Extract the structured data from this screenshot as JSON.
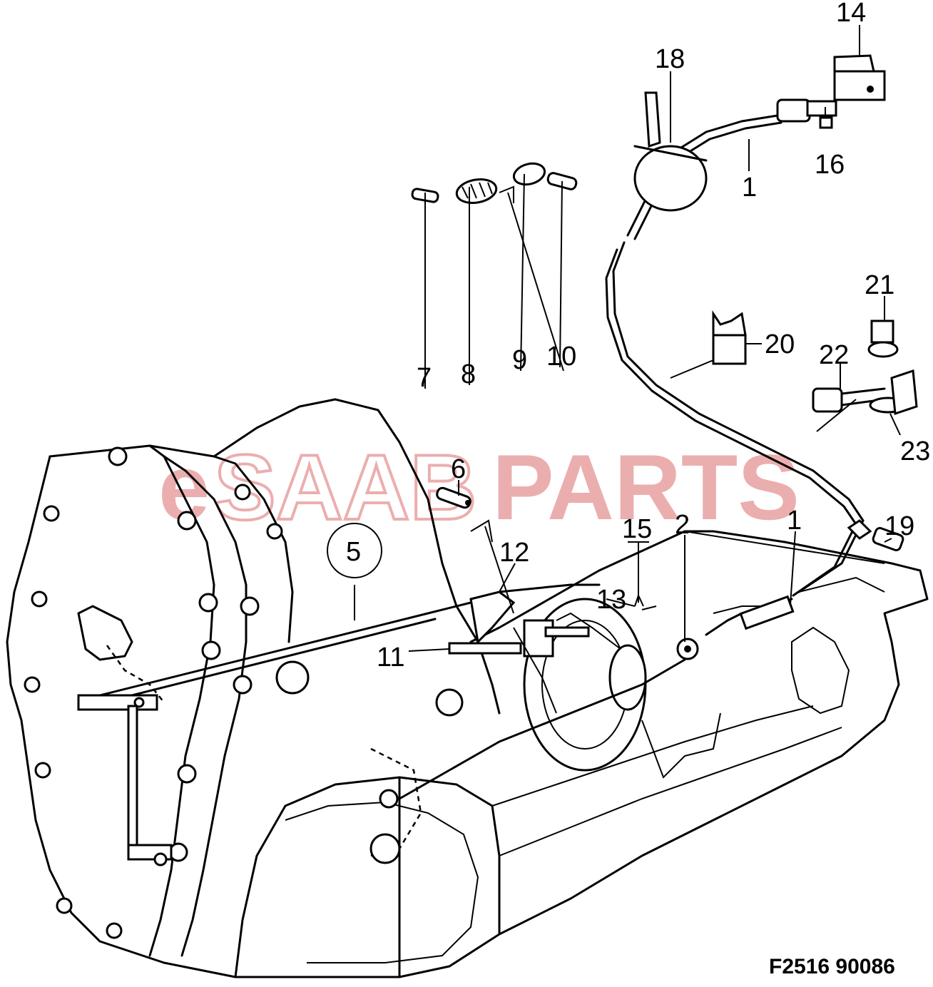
{
  "watermark": {
    "prefix": "e",
    "middle": "SAAB",
    "suffix": "PARTS",
    "color": "#e8a0a0"
  },
  "reference": "F2516  90086",
  "callouts": [
    {
      "id": "c14",
      "label": "14"
    },
    {
      "id": "c18",
      "label": "18"
    },
    {
      "id": "c16",
      "label": "16"
    },
    {
      "id": "c1a",
      "label": "1"
    },
    {
      "id": "c21",
      "label": "21"
    },
    {
      "id": "c20",
      "label": "20"
    },
    {
      "id": "c22",
      "label": "22"
    },
    {
      "id": "c23",
      "label": "23"
    },
    {
      "id": "c7",
      "label": "7"
    },
    {
      "id": "c8",
      "label": "8"
    },
    {
      "id": "c9",
      "label": "9"
    },
    {
      "id": "c10",
      "label": "10"
    },
    {
      "id": "c6",
      "label": "6"
    },
    {
      "id": "c5",
      "label": "5"
    },
    {
      "id": "c12",
      "label": "12"
    },
    {
      "id": "c15",
      "label": "15"
    },
    {
      "id": "c2",
      "label": "2"
    },
    {
      "id": "c1b",
      "label": "1"
    },
    {
      "id": "c19",
      "label": "19"
    },
    {
      "id": "c13",
      "label": "13"
    },
    {
      "id": "c11",
      "label": "11"
    }
  ]
}
